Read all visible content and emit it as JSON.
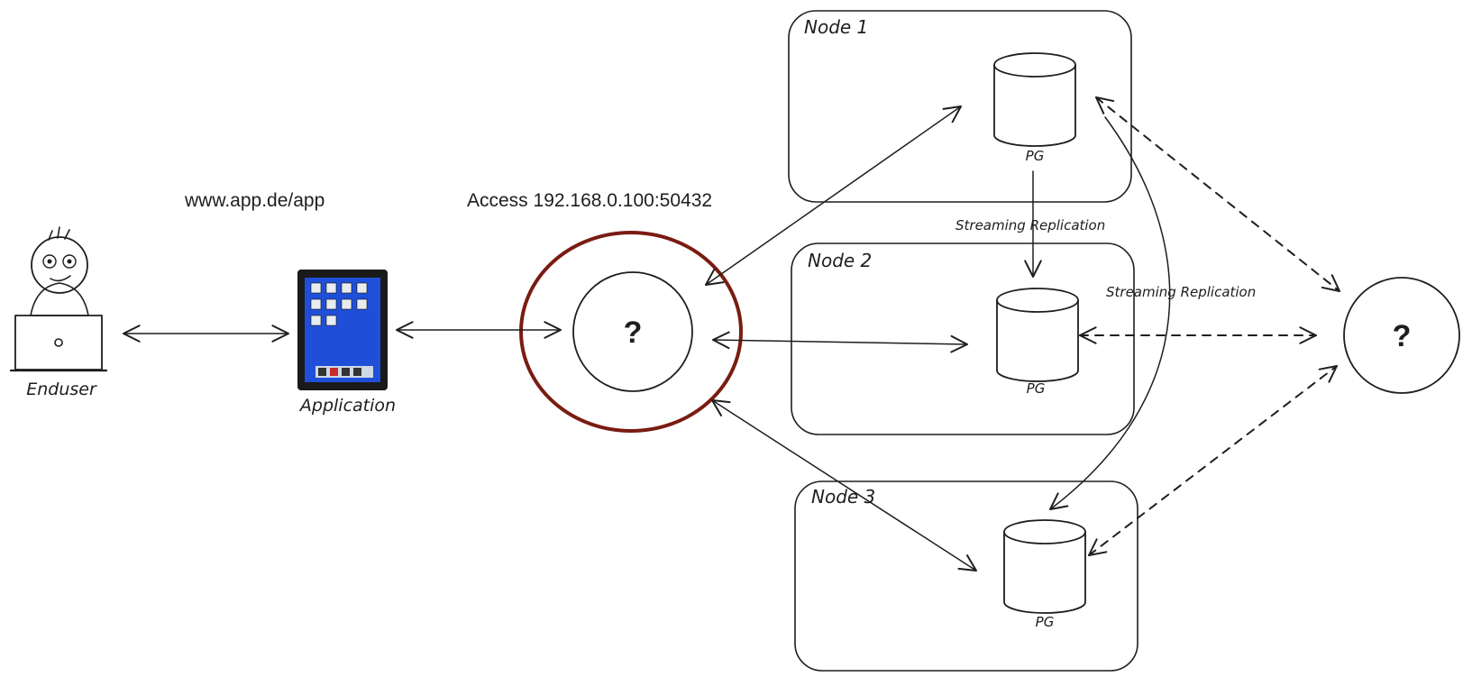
{
  "labels": {
    "enduser": "Enduser",
    "application": "Application",
    "url": "www.app.de/app",
    "access": "Access 192.168.0.100:50432",
    "proxy_mark": "?",
    "arbiter_mark": "?",
    "replication_1": "Streaming Replication",
    "replication_2": "Streaming Replication"
  },
  "nodes": [
    {
      "title": "Node 1",
      "db_label": "PG"
    },
    {
      "title": "Node 2",
      "db_label": "PG"
    },
    {
      "title": "Node 3",
      "db_label": "PG"
    }
  ],
  "colors": {
    "node_fill": "#a5d8ff",
    "circle_fill": "#1c7ed6",
    "highlight_ring": "#7a1c12",
    "db_fill": "#ced4da",
    "user_shirt": "#2f9e44",
    "stroke": "#1e1e1e"
  },
  "icons": [
    "person-icon",
    "laptop-icon",
    "tablet-icon",
    "database-icon"
  ]
}
